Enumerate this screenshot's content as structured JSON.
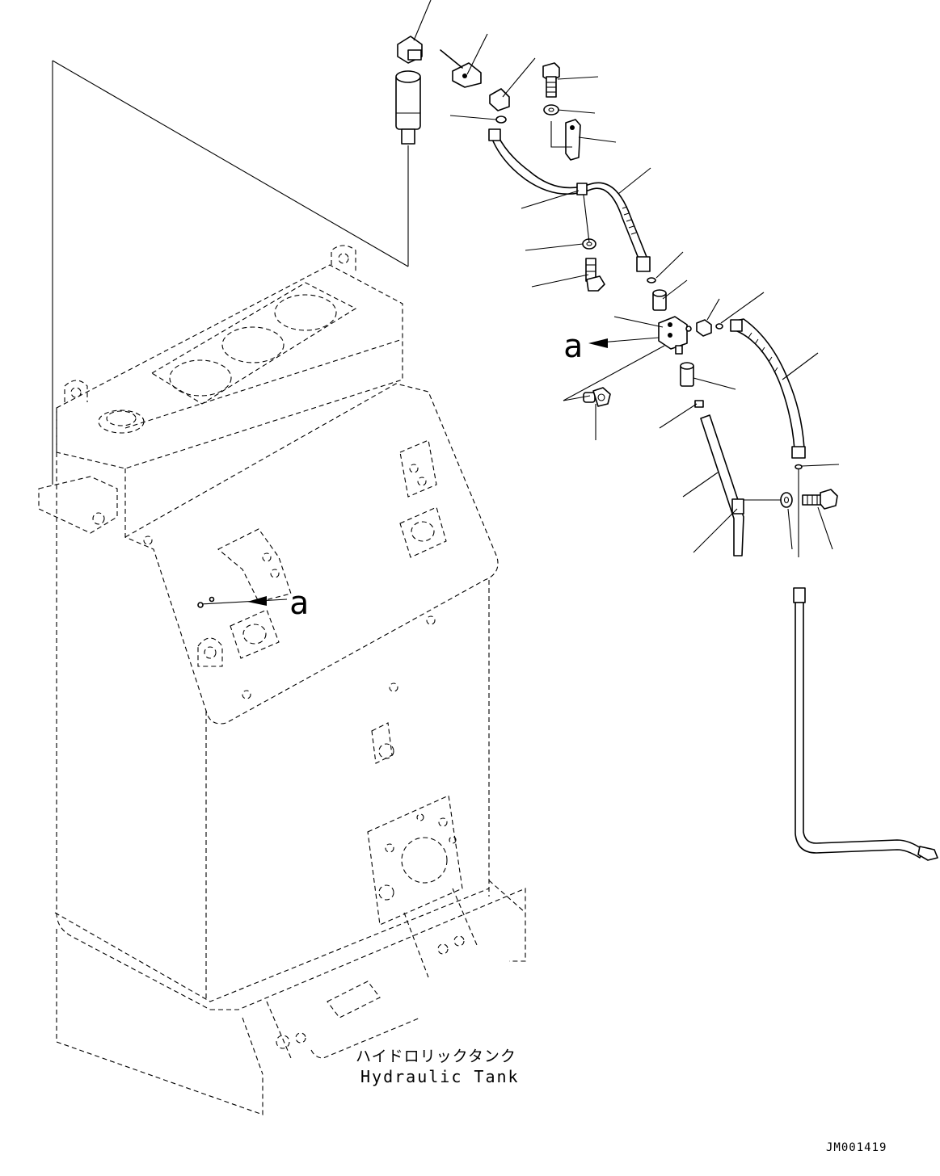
{
  "caption": {
    "jp": "ハイドロリックタンク",
    "en": "Hydraulic Tank"
  },
  "detail_mark": "a",
  "drawing_number": "JM001419"
}
